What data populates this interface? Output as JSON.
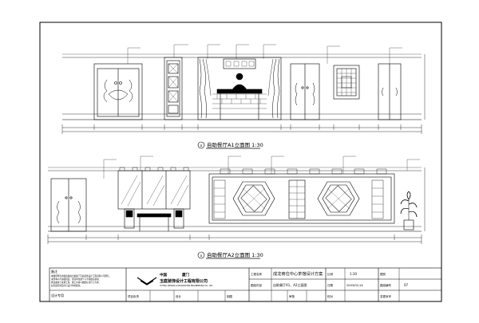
{
  "elevation_a1": {
    "title_prefix": "A",
    "title": "自助餐厅A1立面图  1:30"
  },
  "elevation_a2": {
    "title_prefix": "A",
    "title": "自助餐厅A2立面图  1:30"
  },
  "title_block": {
    "notes_label": "备注",
    "notes_text_1": "本图纸所有内容的版权归属厦门玉庭装饰设计工程有限公司所有，",
    "notes_text_2": "未经本公司书面同意，任何单位或个人不得擅自复制、",
    "notes_text_3": "修改或用于其他工程。施工时请以图纸标注尺寸为准，",
    "notes_text_4": "如有疑问请及时与设计单位联系。",
    "design_stamp_label": "设计专用",
    "company_line_1a": "中国",
    "company_line_1b": "厦门",
    "company_cn": "玉庭装饰设计工程有限公司",
    "company_en": "YUTING DESIGN & DECORATION ENGINEERING CO., LTD.",
    "project_label": "工程名称",
    "project_name": "成龙商住中心茶馆设计方案",
    "drawing_content_label": "图纸内容",
    "drawing_content": "自助餐厅A1、A2立面图",
    "scale_label": "比例",
    "scale_value": "1:30",
    "date_label": "日期",
    "date_value": "2003/01/14",
    "category_label": "图别",
    "drawing_no_label": "图纸编号",
    "drawing_no": "07",
    "project_lead_label": "项目负责",
    "design_label": "设计",
    "drawn_label": "制图",
    "review_label": "审核",
    "check_label": "校对",
    "revision_label": "变更序号"
  }
}
